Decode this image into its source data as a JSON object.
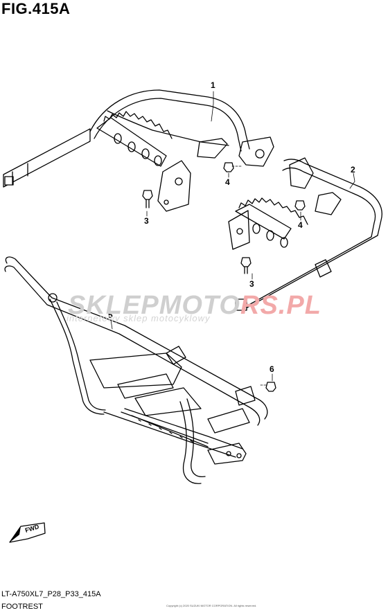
{
  "figure": {
    "title": "FIG.415A",
    "code": "LT-A750XL7_P28_P33_415A",
    "caption": "FOOTREST",
    "copyright": "Copyright (c) 2020 SUZUKI MOTOR CORPORATION. All rights reserved."
  },
  "callouts": [
    "1",
    "2",
    "3",
    "4",
    "3",
    "4",
    "5",
    "6"
  ],
  "direction_indicator": {
    "label": "FWD"
  },
  "watermark": {
    "brand_part1": "SKLEPMOTO",
    "brand_part2": "RS.PL",
    "tagline": "internetowy sklep motocyklowy"
  }
}
